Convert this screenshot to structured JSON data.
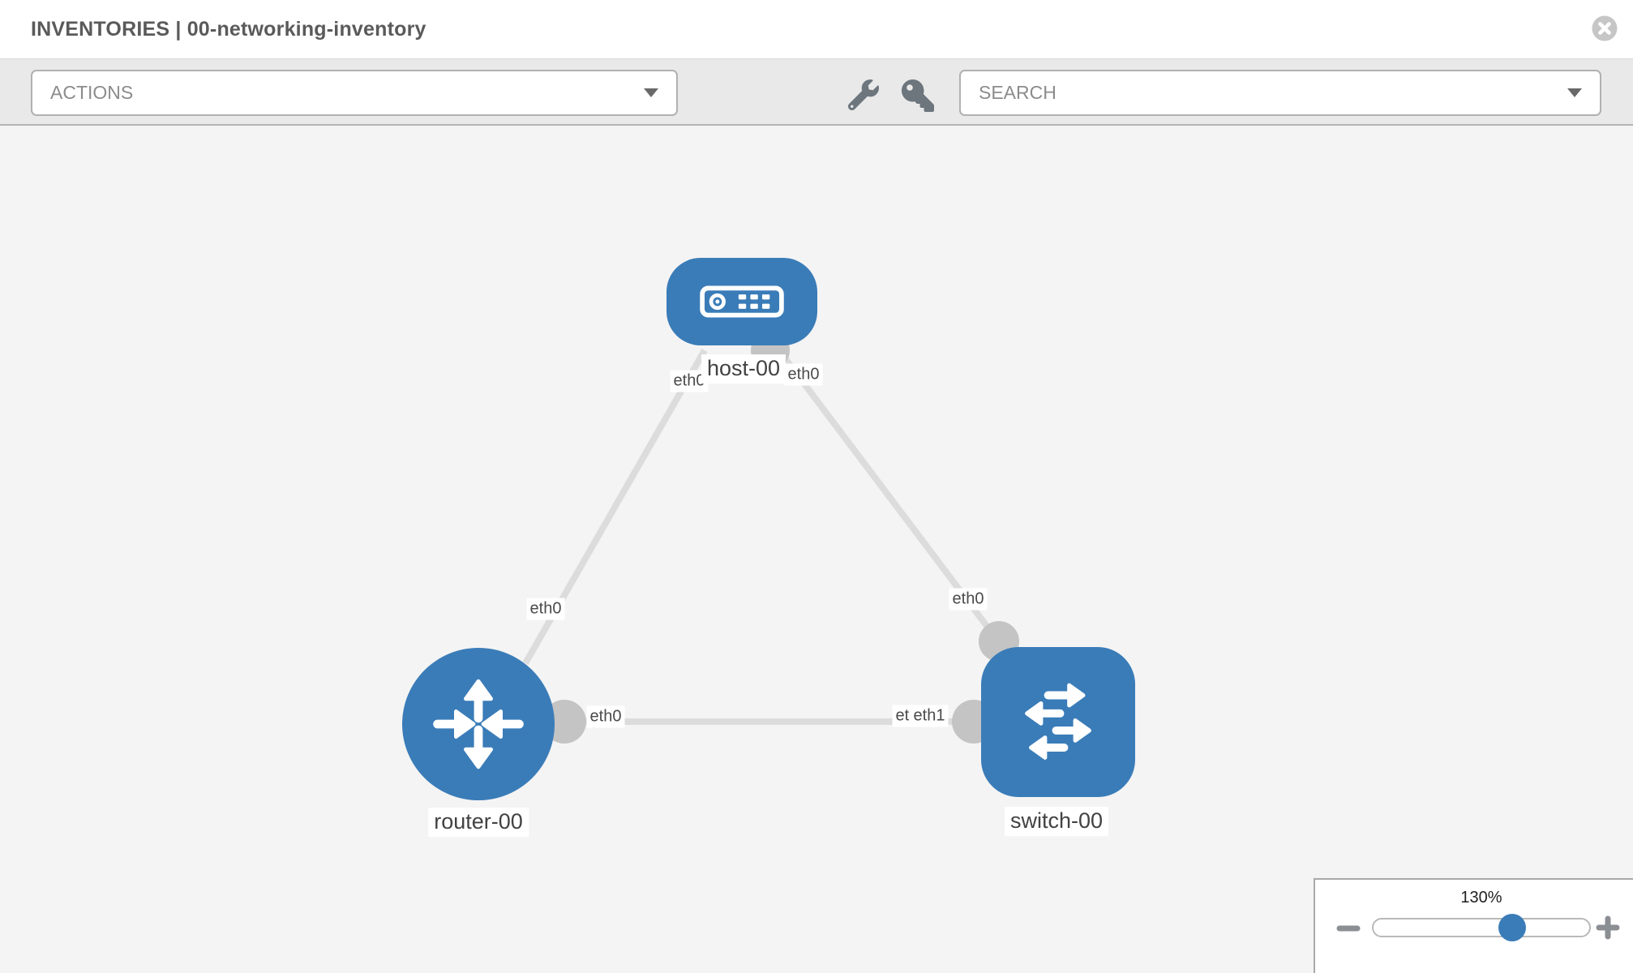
{
  "header": {
    "title": "INVENTORIES | 00-networking-inventory"
  },
  "toolbar": {
    "actions_label": "ACTIONS",
    "search_placeholder": "SEARCH"
  },
  "topology": {
    "nodes": {
      "host": {
        "label": "host-00",
        "type": "host"
      },
      "router": {
        "label": "router-00",
        "type": "router"
      },
      "switch": {
        "label": "switch-00",
        "type": "switch"
      }
    },
    "links": [
      {
        "from": "host-00",
        "to": "router-00",
        "from_interface": "eth0",
        "to_interface": "eth0"
      },
      {
        "from": "host-00",
        "to": "switch-00",
        "from_interface": "eth0",
        "to_interface": "eth0"
      },
      {
        "from": "router-00",
        "to": "switch-00",
        "from_interface": "eth0",
        "to_interface": "eth1"
      }
    ],
    "interface_labels": {
      "host_left": "eth0",
      "host_right": "eth0",
      "router_top": "eth0",
      "router_right": "eth0",
      "switch_top": "eth0",
      "switch_left_under": "eth0",
      "switch_left_over": "eth1"
    }
  },
  "zoom_control": {
    "level": "130%"
  },
  "icons": {
    "close": "x-circle",
    "actions_caret": "chevron-down",
    "search_caret": "chevron-down",
    "wrench": "wrench",
    "key": "key",
    "host": "server",
    "router": "crossed-arrows",
    "switch": "exchange-arrows",
    "zoom_out": "minus",
    "zoom_in": "plus"
  },
  "colors": {
    "node_blue": "#3a7cb8",
    "link_gray": "#dcdcdc",
    "connector_gray": "#c4c4c4",
    "canvas_bg": "#f4f4f4",
    "toolbar_bg": "#e9e9e9"
  }
}
